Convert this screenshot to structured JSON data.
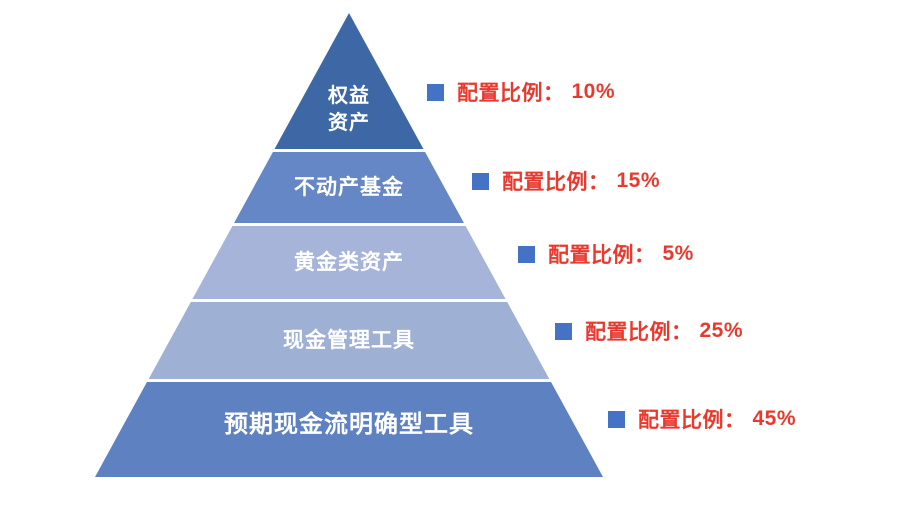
{
  "slide": {
    "background_color": "#ffffff",
    "type": "asset-allocation-pyramid"
  },
  "pyramid": {
    "levels": [
      {
        "label": "权益\n资产",
        "color": "#3e68a5",
        "allocation_callout": "配置比例：10%"
      },
      {
        "label": "不动产基金",
        "color": "#6687c5",
        "allocation_callout": "配置比例：15%"
      },
      {
        "label": "黄金类资产",
        "color": "#a6b4d9",
        "allocation_callout": "配置比例：5%"
      },
      {
        "label": "现金管理工具",
        "color": "#9fb0d5",
        "allocation_callout": "配置比例：25%"
      },
      {
        "label": "预期现金流明确型工具",
        "color": "#5e81c2",
        "allocation_callout": "配置比例：45%"
      }
    ]
  },
  "callouts": [
    {
      "prefix": "配置比例：",
      "value": "10%"
    },
    {
      "prefix": "配置比例：",
      "value": "15%"
    },
    {
      "prefix": "配置比例：",
      "value": "5%"
    },
    {
      "prefix": "配置比例：",
      "value": "25%"
    },
    {
      "prefix": "配置比例：",
      "value": "45%"
    }
  ],
  "colors": {
    "callout_text": "#e8392e",
    "bullet": "#4472c4",
    "level_label_text": "#ffffff"
  }
}
